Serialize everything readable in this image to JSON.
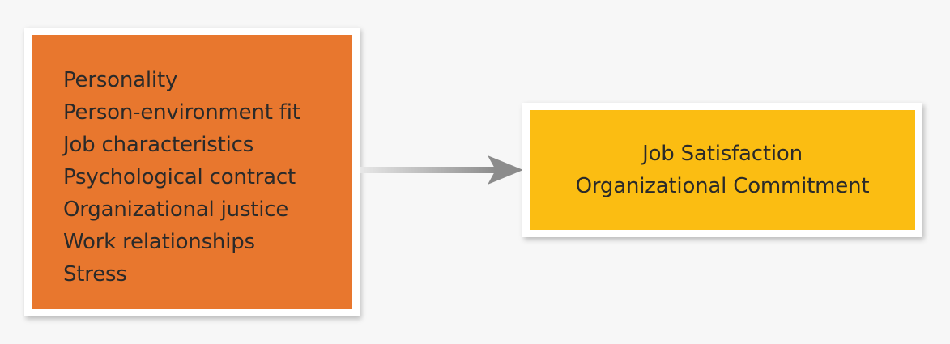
{
  "factors": {
    "items": [
      "Personality",
      "Person-environment fit",
      "Job characteristics",
      "Psychological contract",
      "Organizational justice",
      "Work relationships",
      "Stress"
    ]
  },
  "outcomes": {
    "line1": "Job Satisfaction",
    "line2": "Organizational Commitment"
  },
  "colors": {
    "factors_fill": "#e8772e",
    "outcomes_fill": "#fbbd12",
    "arrow": "#8c8c8c"
  }
}
